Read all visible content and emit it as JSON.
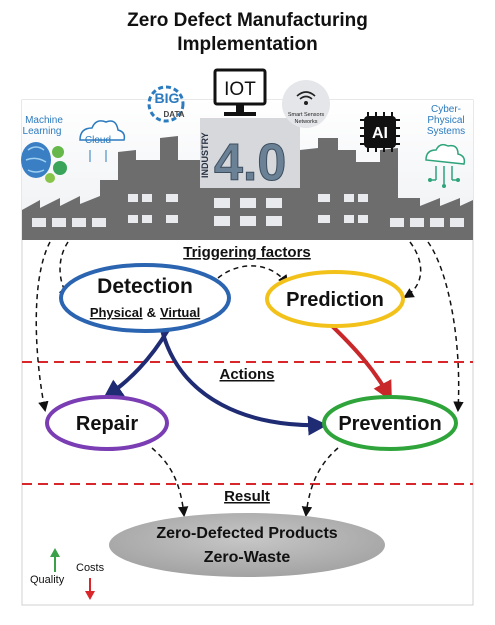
{
  "header": {
    "title_line1": "Zero Defect Manufacturing",
    "title_line2": "Implementation"
  },
  "technologies": {
    "ml_line1": "Machine",
    "ml_line2": "Learning",
    "cloud": "Cloud",
    "big": "BIG",
    "data": "DATA",
    "iot": "IOT",
    "sensors_line1": "Smart Sensors",
    "sensors_line2": "Networks",
    "ai": "AI",
    "cps_line1": "Cyber-",
    "cps_line2": "Physical",
    "cps_line3": "Systems",
    "industry": "INDUSTRY",
    "industry_version": "4.0"
  },
  "sections": {
    "triggering": "Triggering factors",
    "actions": "Actions",
    "result": "Result"
  },
  "nodes": {
    "detection": "Detection",
    "detection_physical": "Physical",
    "detection_amp": "&",
    "detection_virtual": "Virtual",
    "prediction": "Prediction",
    "repair": "Repair",
    "prevention": "Prevention",
    "result_line1": "Zero-Defected Products",
    "result_line2": "Zero-Waste"
  },
  "legend": {
    "costs": "Costs",
    "quality": "Quality"
  },
  "colors": {
    "detection_border": "#2b64b0",
    "prediction_border": "#f2c21b",
    "repair_border": "#7a3db3",
    "prevention_border": "#2ea43a",
    "arrow_detection": "#1f2c73",
    "arrow_prediction": "#c8282a",
    "divider": "#d9262a",
    "factory": "#6d6d6d",
    "up_arrow": "#3aa04a",
    "down_arrow": "#d9262a"
  }
}
